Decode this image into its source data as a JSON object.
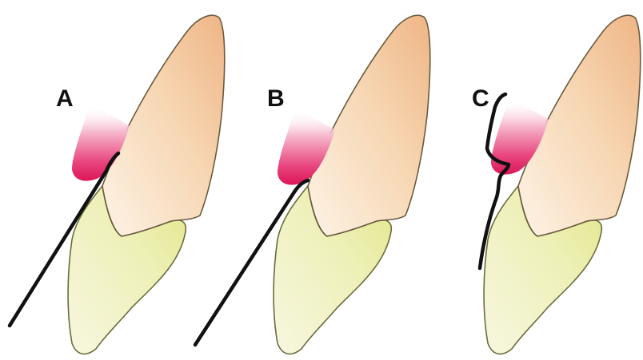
{
  "panels": [
    {
      "label": "A"
    },
    {
      "label": "B"
    },
    {
      "label": "C"
    }
  ],
  "colors": {
    "crown_light": "#fdf0e2",
    "crown_dark": "#efbb8b",
    "root_light": "#f6f6dc",
    "root_dark": "#e4e88e",
    "gum_light": "#ffffff",
    "gum_dark": "#e2195f",
    "instrument": "#111111",
    "background": "#ffffff"
  }
}
